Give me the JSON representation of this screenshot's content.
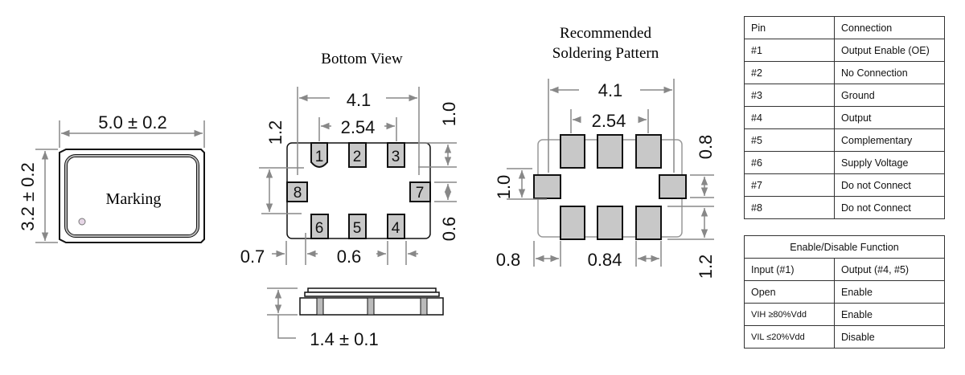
{
  "top_view": {
    "marking": "Marking",
    "width_dim": "5.0 ± 0.2",
    "height_dim": "3.2 ± 0.2"
  },
  "bottom_view": {
    "title": "Bottom View",
    "pads": [
      "1",
      "2",
      "3",
      "4",
      "5",
      "6",
      "7",
      "8"
    ],
    "dims": {
      "span": "4.1",
      "pitch": "2.54",
      "side_offset": "1.2",
      "pad_len": "1.0",
      "side_pad": "0.6",
      "edge": "0.7",
      "pad_width": "0.6",
      "height": "1.4 ± 0.1"
    }
  },
  "soldering": {
    "title_line1": "Recommended",
    "title_line2": "Soldering Pattern",
    "dims": {
      "span": "4.1",
      "pitch": "2.54",
      "pad_h": "0.8",
      "side_h": "1.0",
      "pad_len": "1.2",
      "edge": "0.8",
      "pad_w": "0.84"
    }
  },
  "pin_table": {
    "headers": [
      "Pin",
      "Connection"
    ],
    "rows": [
      [
        "#1",
        "Output Enable (OE)"
      ],
      [
        "#2",
        "No Connection"
      ],
      [
        "#3",
        "Ground"
      ],
      [
        "#4",
        "Output"
      ],
      [
        "#5",
        "Complementary"
      ],
      [
        "#6",
        "Supply Voltage"
      ],
      [
        "#7",
        "Do not Connect"
      ],
      [
        "#8",
        "Do not Connect"
      ]
    ]
  },
  "enable_table": {
    "title": "Enable/Disable Function",
    "headers": [
      "Input (#1)",
      "Output (#4, #5)"
    ],
    "rows": [
      [
        "Open",
        "Enable"
      ],
      [
        "VIH ≥80%Vdd",
        "Enable"
      ],
      [
        "VIL ≤20%Vdd",
        "Disable"
      ]
    ]
  }
}
